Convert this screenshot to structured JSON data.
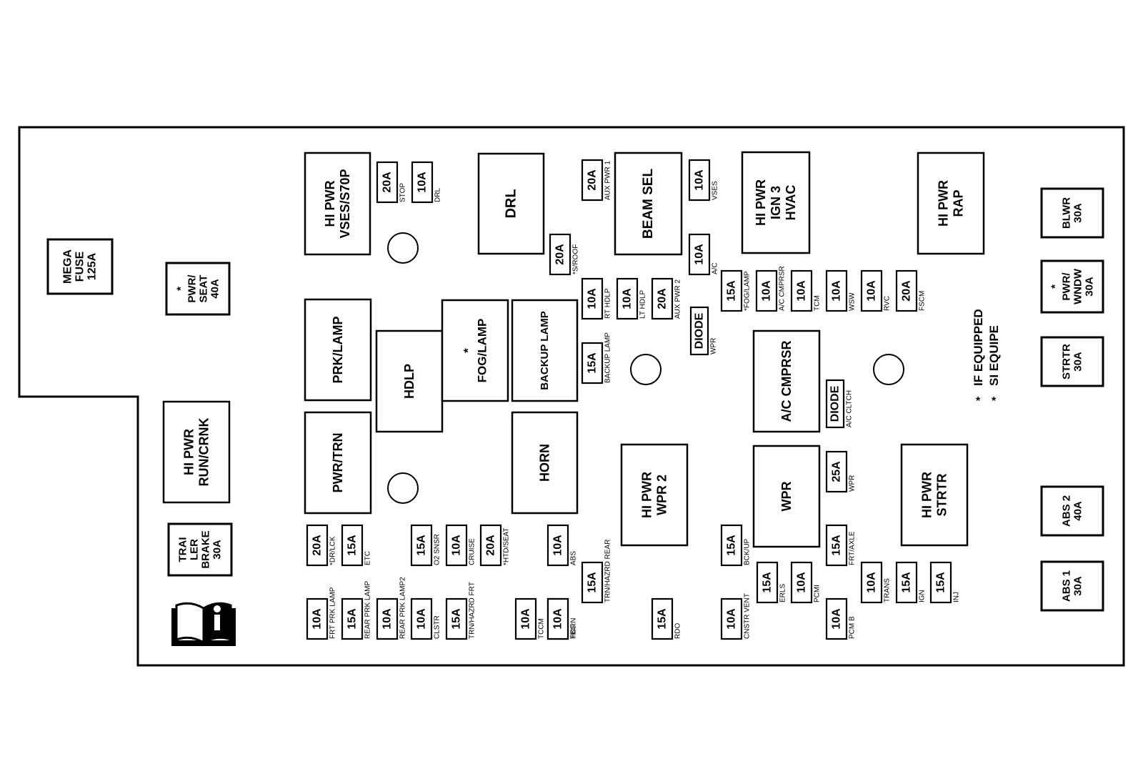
{
  "legend": {
    "bullet": "*",
    "en": "IF EQUIPPED",
    "fr": "SI EQUIPE"
  },
  "icon": {
    "name": "manual-info-icon",
    "glyph": "i"
  },
  "large_blocks": {
    "mega_fuse": [
      "MEGA",
      "FUSE",
      "125A"
    ],
    "pwr_seat": [
      "*",
      "PWR/",
      "SEAT",
      "40A"
    ],
    "trailer_brake": [
      "TRAI",
      "LER",
      "BRAKE",
      "30A"
    ],
    "blwr": [
      "BLWR",
      "30A"
    ],
    "pwr_wndw": [
      "*",
      "PWR/",
      "WNDW",
      "30A"
    ],
    "strtr_fuse": [
      "STRTR",
      "30A"
    ],
    "abs2": [
      "ABS 2",
      "40A"
    ],
    "abs1": [
      "ABS 1",
      "30A"
    ]
  },
  "relays": {
    "hi_pwr_vses": [
      "HI PWR",
      "VSES/S70P"
    ],
    "drl": [
      "DRL"
    ],
    "beam_sel": [
      "BEAM SEL"
    ],
    "hi_pwr_ign3": [
      "HI PWR",
      "IGN 3",
      "HVAC"
    ],
    "hi_pwr_rap": [
      "HI PWR",
      "RAP"
    ],
    "hi_pwr_run": [
      "HI PWR",
      "RUN/CRNK"
    ],
    "prk_lamp": [
      "PRK/LAMP"
    ],
    "hdlp": [
      "HDLP"
    ],
    "fog_lamp": [
      "*",
      "FOG/LAMP"
    ],
    "backup_lamp": [
      "BACKUP LAMP"
    ],
    "pwr_trn": [
      "PWR/TRN"
    ],
    "horn": [
      "HORN"
    ],
    "hi_pwr_wpr2": [
      "HI PWR",
      "WPR 2"
    ],
    "ac_cmprsr": [
      "A/C CMPRSR"
    ],
    "wpr": [
      "WPR"
    ],
    "hi_pwr_strtr": [
      "HI PWR",
      "STRTR"
    ]
  },
  "fuses": {
    "stop": {
      "rating": "20A",
      "label": "STOP"
    },
    "drl": {
      "rating": "10A",
      "label": "DRL"
    },
    "aux_pwr1": {
      "rating": "20A",
      "label": "AUX PWR 1"
    },
    "vses": {
      "rating": "10A",
      "label": "VSES"
    },
    "s_roof": {
      "rating": "20A",
      "label": "*S/ROOF"
    },
    "ac": {
      "rating": "10A",
      "label": "A/C"
    },
    "rt_hdlp": {
      "rating": "10A",
      "label": "RT HDLP"
    },
    "lt_hdlp": {
      "rating": "10A",
      "label": "LT HDLP"
    },
    "aux_pwr2": {
      "rating": "20A",
      "label": "AUX PWR 2"
    },
    "fog_lamp": {
      "rating": "15A",
      "label": "*FOG/LAMP"
    },
    "ac_cmprsr": {
      "rating": "10A",
      "label": "A/C CMPRSR"
    },
    "tcm": {
      "rating": "10A",
      "label": "TCM"
    },
    "wsw": {
      "rating": "10A",
      "label": "WSW"
    },
    "rvc": {
      "rating": "10A",
      "label": "RVC"
    },
    "fscm": {
      "rating": "20A",
      "label": "FSCM"
    },
    "backup_lamp": {
      "rating": "15A",
      "label": "BACKUP LAMP"
    },
    "wpr": {
      "rating": "25A",
      "label": "WPR"
    },
    "dr_lck": {
      "rating": "20A",
      "label": "*DR/LCK"
    },
    "etc": {
      "rating": "15A",
      "label": "ETC"
    },
    "o2_snsr": {
      "rating": "15A",
      "label": "O2 SNSR"
    },
    "cruise": {
      "rating": "10A",
      "label": "CRUISE"
    },
    "htd_seat": {
      "rating": "20A",
      "label": "*HTD/SEAT"
    },
    "abs": {
      "rating": "10A",
      "label": "ABS"
    },
    "bck_up": {
      "rating": "15A",
      "label": "BCK/UP"
    },
    "frt_axle": {
      "rating": "15A",
      "label": "FRT/AXLE"
    },
    "trn_hazrd_rear": {
      "rating": "15A",
      "label": "TRN/HAZRD REAR"
    },
    "erls": {
      "rating": "15A",
      "label": "ERLS"
    },
    "pcmi": {
      "rating": "10A",
      "label": "PCMI"
    },
    "trans": {
      "rating": "10A",
      "label": "TRANS"
    },
    "ign": {
      "rating": "15A",
      "label": "IGN"
    },
    "inj": {
      "rating": "15A",
      "label": "INJ"
    },
    "frt_prk_lamp": {
      "rating": "10A",
      "label": "FRT PRK LAMP"
    },
    "rear_prk_lamp": {
      "rating": "15A",
      "label": "REAR PRK LAMP"
    },
    "rear_prk_lamp2": {
      "rating": "10A",
      "label": "REAR PRK LAMP2"
    },
    "clstr": {
      "rating": "10A",
      "label": "CLSTR"
    },
    "trn_hazrd_frt": {
      "rating": "15A",
      "label": "TRN/HAZRD FRT"
    },
    "tccm": {
      "rating": "10A",
      "label": "TCCM"
    },
    "horn": {
      "rating": "10A",
      "label": "HORN"
    },
    "tbc": {
      "rating": "10A",
      "label": "TBC"
    },
    "rdo": {
      "rating": "15A",
      "label": "RDO"
    },
    "cnstr_vent": {
      "rating": "10A",
      "label": "CNSTR VENT"
    },
    "pcm_b": {
      "rating": "10A",
      "label": "PCM B"
    }
  },
  "diodes": {
    "wpr": {
      "name": "DIODE",
      "label": "WPR"
    },
    "ac_cltch": {
      "name": "DIODE",
      "label": "A/C CLTCH"
    }
  }
}
